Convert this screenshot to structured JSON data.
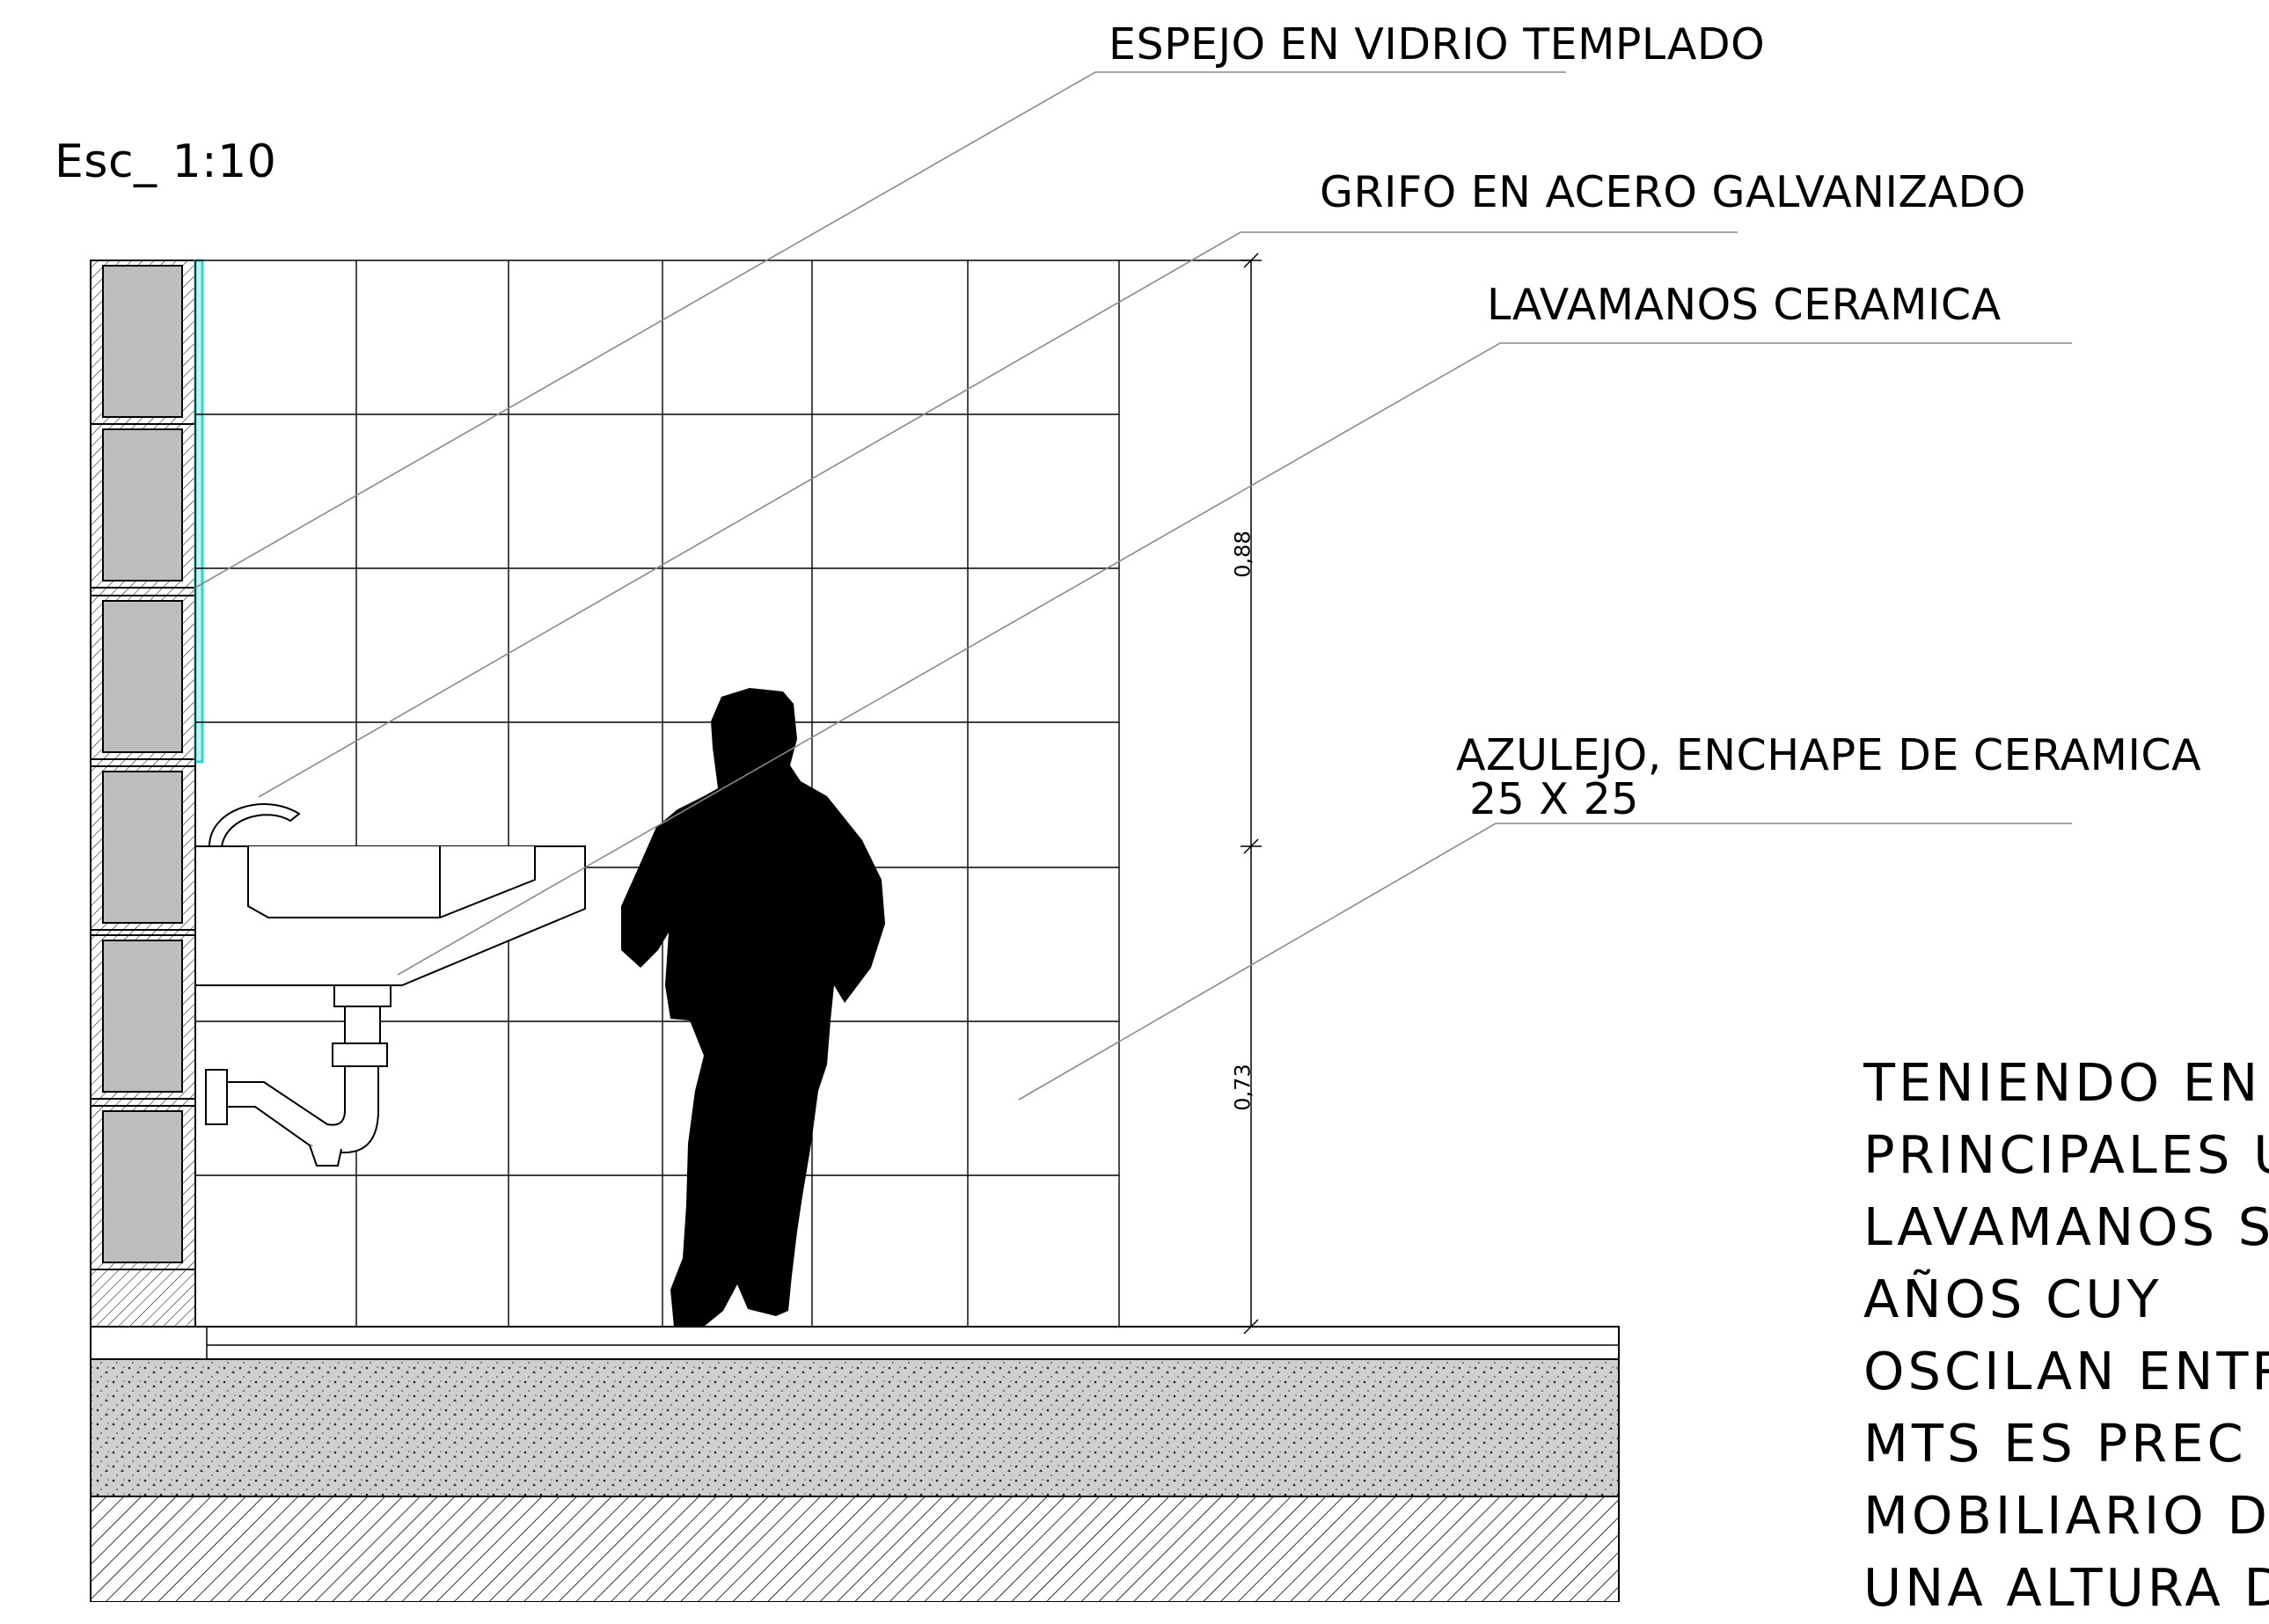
{
  "scale_label": "Esc_ 1:10",
  "callouts": {
    "mirror": "ESPEJO EN VIDRIO TEMPLADO",
    "faucet": "GRIFO EN ACERO GALVANIZADO",
    "sink": "LAVAMANOS CERAMICA",
    "tile_line1": "AZULEJO, ENCHAPE DE CERAMICA",
    "tile_line2": "25 X 25"
  },
  "dimensions": {
    "upper": "0,88",
    "lower": "0,73"
  },
  "note_lines": [
    "TENIENDO  EN",
    "PRINCIPALES  U",
    "LAVAMANOS S",
    "AÑOS       CUY",
    "OSCILAN  ENTR",
    "MTS  ES  PREC",
    "MOBILIARIO  D",
    "UNA  ALTURA  D"
  ],
  "colors": {
    "line": "#000000",
    "leader": "#8a8a8a",
    "mirror_glass": "#2fd3d3",
    "block_fill": "#bdbdbd",
    "screed_fill": "#d0d0d0",
    "silhouette": "#000000"
  }
}
